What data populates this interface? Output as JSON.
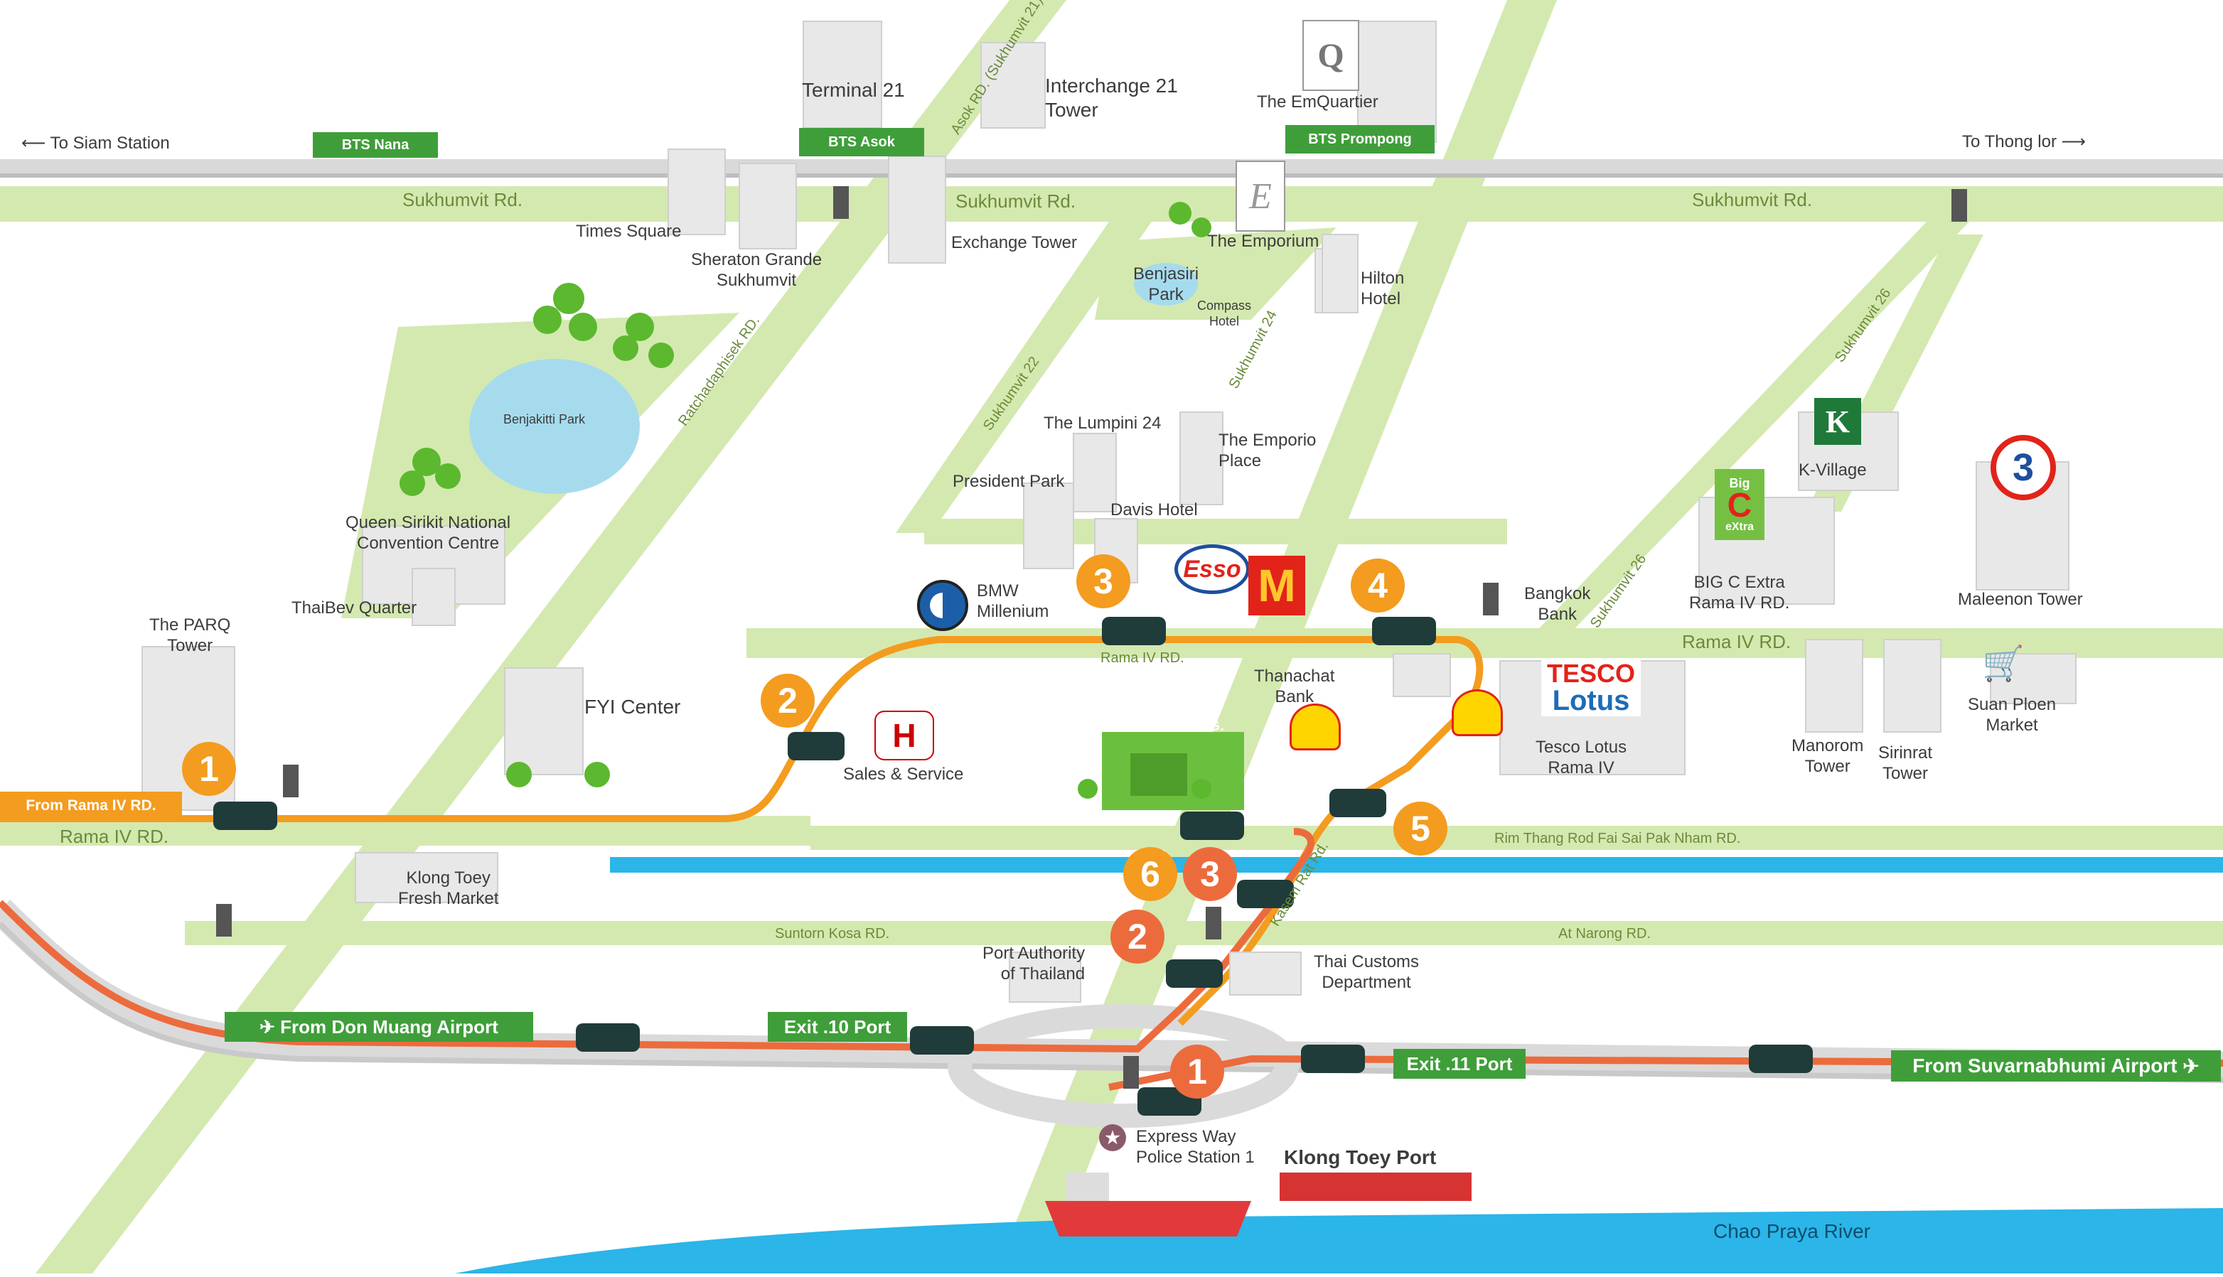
{
  "map": {
    "areas": {
      "to_siam": "To Siam Station",
      "to_thonglor": "To Thong lor",
      "bts_nana": "BTS Nana",
      "bts_asok": "BTS Asok",
      "bts_prompong": "BTS Prompong",
      "terminal21": "Terminal 21",
      "interchange21_l1": "Interchange 21",
      "interchange21_l2": "Tower",
      "emquartier": "The EmQuartier",
      "times_square": "Times Square",
      "sheraton_l1": "Sheraton Grande",
      "sheraton_l2": "Sukhumvit",
      "exchange_tower": "Exchange Tower",
      "emporium": "The Emporium",
      "benjasiri_l1": "Benjasiri",
      "benjasiri_l2": "Park",
      "compass_l1": "Compass",
      "compass_l2": "Hotel",
      "hilton_l1": "Hilton",
      "hilton_l2": "Hotel",
      "benjakitti": "Benjakitti Park",
      "qsncc_l1": "Queen Sirikit National",
      "qsncc_l2": "Convention Centre",
      "thaibev": "ThaiBev Quarter",
      "parq_l1": "The PARQ",
      "parq_l2": "Tower",
      "fyi": "FYI Center",
      "lumpini24": "The Lumpini 24",
      "emporio_l1": "The Emporio",
      "emporio_l2": "Place",
      "president_park": "President Park",
      "davis": "Davis Hotel",
      "bmw_l1": "BMW",
      "bmw_l2": "Millenium",
      "honda": "Sales & Service",
      "rompo": "ROMPO BLDG.",
      "thanachat_l1": "Thanachat",
      "thanachat_l2": "Bank",
      "bangkok_bank_l1": "Bangkok",
      "bangkok_bank_l2": "Bank",
      "kvillage": "K-Village",
      "bigc_l1": "BIG C Extra",
      "bigc_l2": "Rama IV RD.",
      "maleenon": "Maleenon Tower",
      "tesco_l1": "Tesco Lotus",
      "tesco_l2": "Rama IV",
      "manorom_l1": "Manorom",
      "manorom_l2": "Tower",
      "sirinrat_l1": "Sirinrat",
      "sirinrat_l2": "Tower",
      "suanploen_l1": "Suan Ploen",
      "suanploen_l2": "Market",
      "klong_toey_market_l1": "Klong Toey",
      "klong_toey_market_l2": "Fresh Market",
      "port_authority_l1": "Port Authority",
      "port_authority_l2": "of Thailand",
      "customs_l1": "Thai Customs",
      "customs_l2": "Department",
      "police_l1": "Express Way",
      "police_l2": "Police Station 1",
      "klong_toey_port": "Klong Toey Port",
      "river": "Chao Praya River"
    },
    "roads": {
      "sukhumvit_1": "Sukhumvit Rd.",
      "sukhumvit_2": "Sukhumvit Rd.",
      "sukhumvit_3": "Sukhumvit Rd.",
      "asok": "Asok RD. (Sukhumvit 21)",
      "ratchadaphisek": "Ratchadaphisek RD.",
      "soi22": "Sukhumvit 22",
      "soi24": "Sukhumvit 24",
      "soi26_a": "Sukhumvit 26",
      "soi26_b": "Sukhumvit 26",
      "rama4_left": "Rama IV RD.",
      "rama4_mid": "Rama IV RD.",
      "rama4_right": "Rama IV RD.",
      "rim_thang_rod": "Rim Thang Rod Fai Sai Pak Nham RD.",
      "suntorn_kosa": "Suntorn Kosa RD.",
      "at_narong": "At Narong RD.",
      "kasem_rat": "Kasem Rat Rd."
    },
    "signs": {
      "from_rama4": "From Rama IV RD.",
      "from_don_muang": "From Don Muang Airport",
      "exit10": "Exit .10 Port",
      "exit11": "Exit .11 Port",
      "from_suvarnabhumi": "From Suvarnabhumi Airport"
    },
    "brands": {
      "esso": "Esso",
      "tesco": "TESCO",
      "lotus": "Lotus",
      "bigc_big": "Big",
      "bigc_c": "C",
      "bigc_extra": "eXtra",
      "kvillage_k": "K",
      "channel3": "3",
      "mcd": "M",
      "emporium_e": "E",
      "emquartier_q": "Q"
    },
    "badges": {
      "orange_1": "1",
      "orange_2": "2",
      "orange_3": "3",
      "orange_4": "4",
      "orange_5": "5",
      "orange_6": "6",
      "red_1": "1",
      "red_2": "2",
      "red_3": "3"
    },
    "colors": {
      "road": "#d4e9b0",
      "road_dark": "#a7d06a",
      "route_orange": "#f39c1f",
      "route_red": "#ec6b3d",
      "river": "#2bb5e8",
      "canal": "#2bb5e8",
      "sign_green": "#3f9e3a",
      "building": "#e6e6e6"
    }
  }
}
